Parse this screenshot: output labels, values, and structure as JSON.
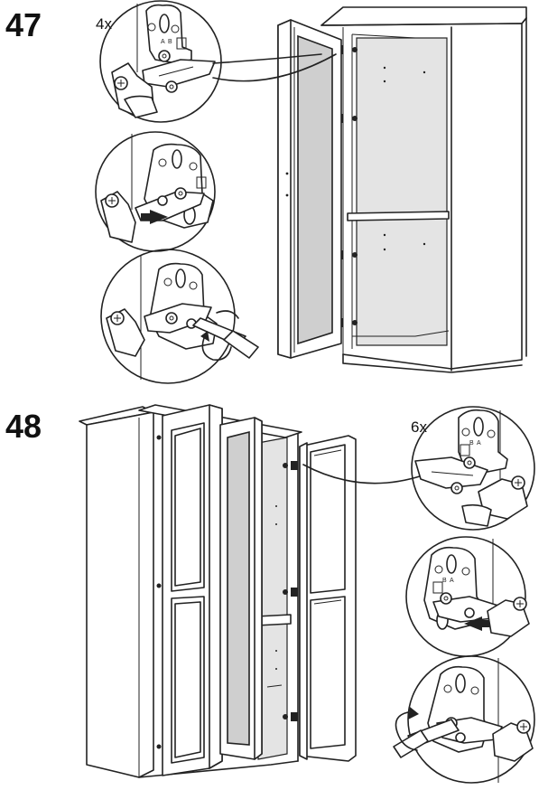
{
  "steps": [
    {
      "number": "47",
      "quantity": "4x"
    },
    {
      "number": "48",
      "quantity": "6x"
    }
  ],
  "hinge_label_a": "A",
  "hinge_label_b": "B"
}
